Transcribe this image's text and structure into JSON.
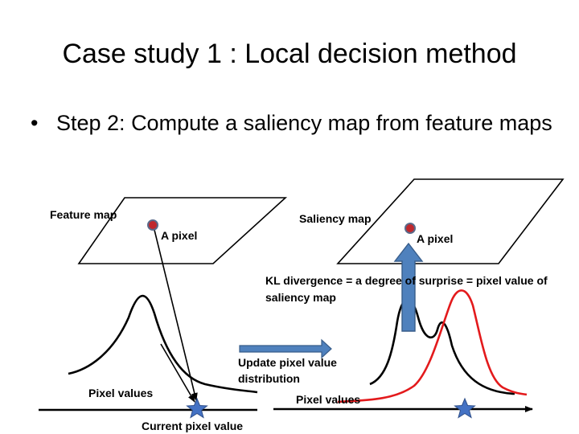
{
  "slide": {
    "title": "Case study 1 : Local decision method",
    "bullet_marker": "•",
    "bullet_text": "Step 2: Compute a saliency map from feature maps"
  },
  "diagram": {
    "feature_map_label": "Feature map",
    "feature_pixel_label": "A pixel",
    "saliency_map_label": "Saliency map",
    "saliency_pixel_label": "A pixel",
    "kl_text_line1": "KL divergence = a degree of surprise = pixel value of",
    "kl_text_line2": "saliency map",
    "update_line1": "Update pixel value",
    "update_line2": "distribution",
    "pixel_values_left": "Pixel values",
    "pixel_values_right": "Pixel values",
    "current_pixel_label": "Current pixel value",
    "colors": {
      "pixel_dot": "#c0282d",
      "pixel_dot_border": "#5a6a8a",
      "arrow_fill": "#4f81bd",
      "arrow_stroke": "#385d8a",
      "updated_curve": "#e31a1c",
      "star_fill": "#4472c4"
    }
  }
}
